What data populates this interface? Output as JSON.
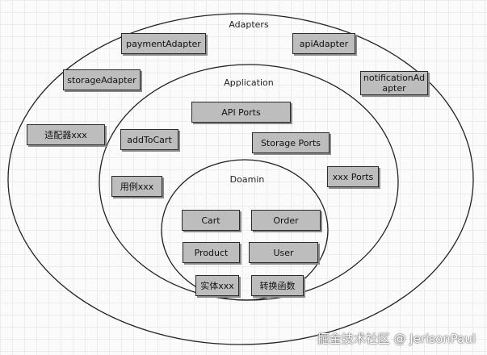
{
  "diagram": {
    "layers": {
      "adapters": "Adapters",
      "application": "Application",
      "domain": "Doamin"
    },
    "adapters": {
      "payment": "paymentAdapter",
      "api": "apiAdapter",
      "storage": "storageAdapter",
      "notification": "notificationAdapter",
      "custom": "适配器xxx"
    },
    "application": {
      "api_ports": "API Ports",
      "add_to_cart": "addToCart",
      "storage_ports": "Storage Ports",
      "xxx_ports": "xxx Ports",
      "use_case": "用例xxx"
    },
    "domain": {
      "cart": "Cart",
      "order": "Order",
      "product": "Product",
      "user": "User",
      "entity": "实体xxx",
      "transform": "转换函数"
    }
  },
  "watermark": "掘金技术社区 @ JerisonPaul",
  "colors": {
    "box_fill": "#bdbdbd",
    "box_border": "#2a2a2a",
    "ring_stroke": "#222222"
  }
}
